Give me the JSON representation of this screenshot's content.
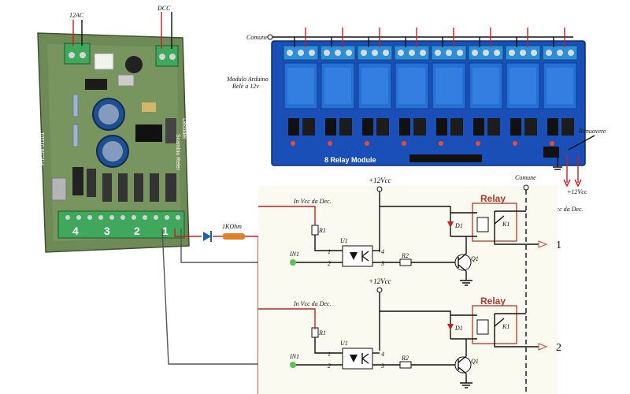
{
  "board": {
    "label_12ac": "12AC",
    "label_dcc": "DCC",
    "side_code": "PIIC08 01101",
    "side_note1": "Decoder",
    "side_note2": "Scambio Reler",
    "terminal_numbers": [
      "4",
      "3",
      "2",
      "1"
    ]
  },
  "module": {
    "label_comune": "Comune",
    "desc_line1": "Modulo Arduino",
    "desc_line2": "Relè a 12v",
    "title": "8 Relay Module",
    "label_rimuovere": "Rimuovere",
    "label_12vcc": "+12Vcc",
    "label_in_vcc": "In Vcc da Dec."
  },
  "link": {
    "resistor": "1KOhm"
  },
  "schematic": {
    "vcc": "+12Vcc",
    "comune": "Comune",
    "channels": [
      {
        "relay_title": "Relay",
        "in_vcc": "In Vcc da Dec.",
        "r1": "R1",
        "in_label": "IN1",
        "u1": "U1",
        "pin1": "1",
        "pin2": "2",
        "pin3": "3",
        "pin4": "4",
        "r2": "R2",
        "q1": "Q1",
        "d1": "D1",
        "k1": "K1",
        "output": "1"
      },
      {
        "relay_title": "Relay",
        "in_vcc": "In Vcc da Dec.",
        "r1": "R1",
        "in_label": "IN1",
        "u1": "U1",
        "pin1": "1",
        "pin2": "2",
        "pin3": "3",
        "pin4": "4",
        "r2": "R2",
        "q1": "Q1",
        "d1": "D1",
        "k1": "K1",
        "output": "2"
      }
    ]
  },
  "colors": {
    "pcb": "#6e8b57",
    "terminal_green": "#3fa85c",
    "relay_module_blue": "#1b4fb8",
    "relay_blue": "#2470d6",
    "wire_red": "#cc1e1e",
    "relay_label": "#b23a2a"
  }
}
